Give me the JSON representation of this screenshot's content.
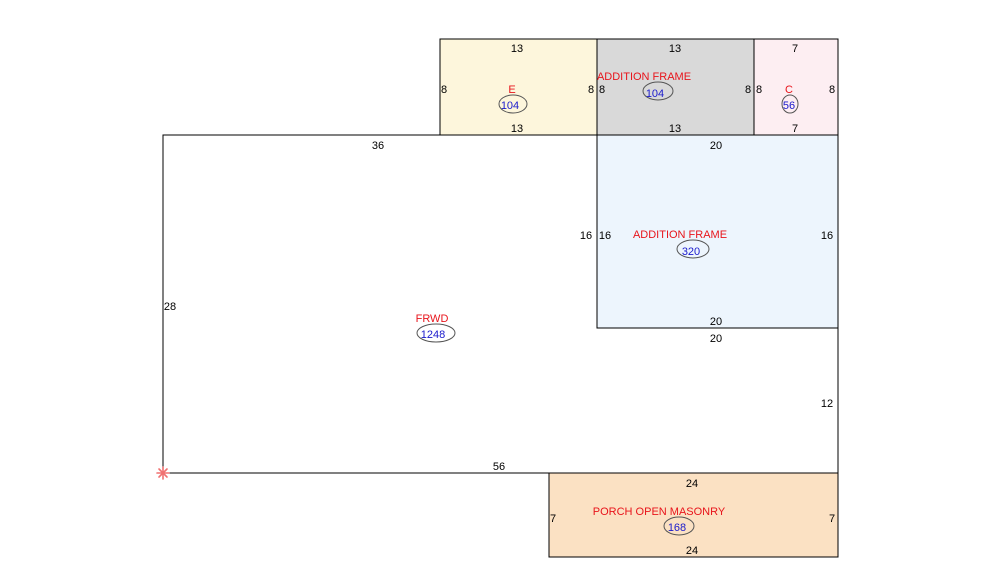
{
  "colors": {
    "outline": "#000000",
    "label": "#e8141b",
    "area_text": "#1a1acc",
    "area_ellipse": "#555555",
    "origin_marker": "#f07070"
  },
  "origin_marker": {
    "icon": "asterisk-icon"
  },
  "sections": [
    {
      "id": "frwd",
      "label": "FRWD",
      "area": "1248",
      "fill": "#ffffff",
      "dimensions": [
        "36",
        "28",
        "56",
        "20",
        "12"
      ]
    },
    {
      "id": "e",
      "label": "E",
      "area": "104",
      "fill": "#fdf6dc",
      "dimensions": [
        "13",
        "13",
        "8",
        "8"
      ]
    },
    {
      "id": "addition-frame-top",
      "label": "ADDITION FRAME",
      "area": "104",
      "fill": "#d9d9d9",
      "dimensions": [
        "13",
        "13",
        "8",
        "8"
      ]
    },
    {
      "id": "c",
      "label": "C",
      "area": "56",
      "fill": "#fdeef2",
      "dimensions": [
        "7",
        "7",
        "8",
        "8"
      ]
    },
    {
      "id": "addition-frame-main",
      "label": "ADDITION FRAME",
      "area": "320",
      "fill": "#edf5fd",
      "dimensions": [
        "20",
        "20",
        "16",
        "16"
      ]
    },
    {
      "id": "porch",
      "label": "PORCH OPEN MASONRY",
      "area": "168",
      "fill": "#fbe1c3",
      "dimensions": [
        "24",
        "24",
        "7",
        "7"
      ]
    }
  ]
}
